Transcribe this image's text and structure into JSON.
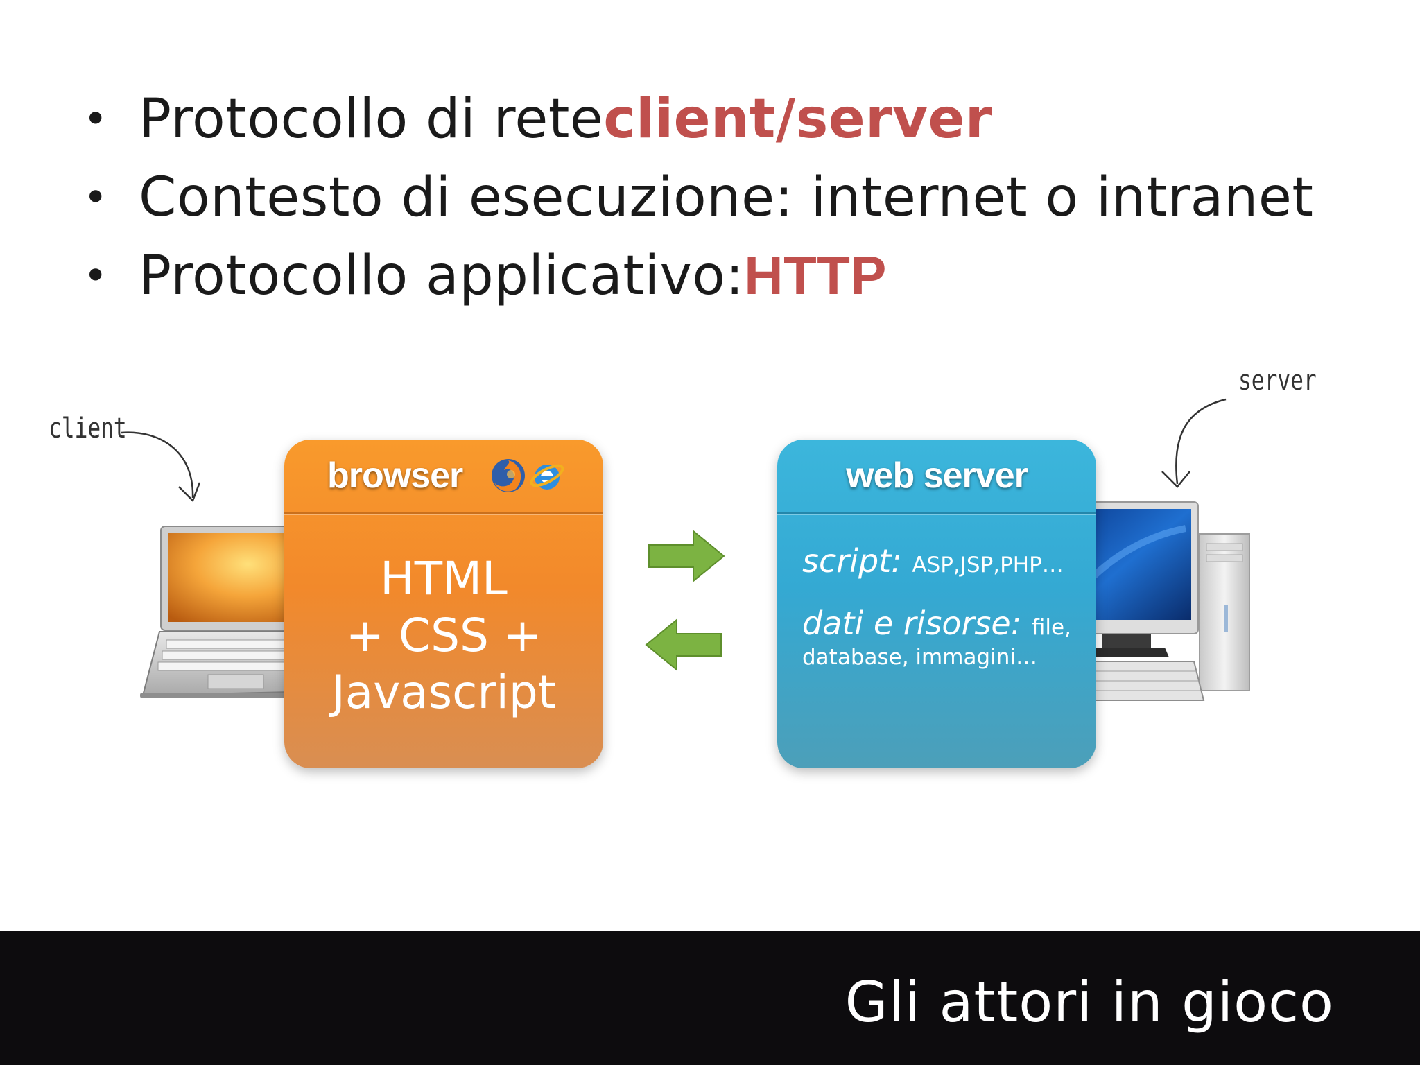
{
  "bullets": [
    {
      "text": "Protocollo di rete ",
      "highlight": "client/server"
    },
    {
      "text": "Contesto di esecuzione: internet o intranet",
      "highlight": ""
    },
    {
      "text": "Protocollo applicativo: ",
      "highlight": "HTTP"
    }
  ],
  "labels": {
    "client": "client",
    "server": "server"
  },
  "browser_box": {
    "title": "browser",
    "lines": [
      "HTML",
      "+ CSS +",
      "Javascript"
    ]
  },
  "server_box": {
    "title": "web server",
    "script_label": "script:",
    "script_value": "ASP,JSP,PHP…",
    "data_label": "dati e risorse:",
    "data_value_1": "file,",
    "data_value_2": "database, immagini…"
  },
  "footer": {
    "title": "Gli attori in gioco"
  },
  "icons": [
    "firefox-icon",
    "internet-explorer-icon",
    "arrow-right-icon",
    "arrow-left-icon",
    "laptop-icon",
    "desktop-computer-icon"
  ],
  "colors": {
    "highlight": "#c0504d",
    "browser_box": "#f28c2a",
    "server_box": "#38acd6",
    "arrows": "#7cb342",
    "footer_bg": "#0d0c0e"
  }
}
